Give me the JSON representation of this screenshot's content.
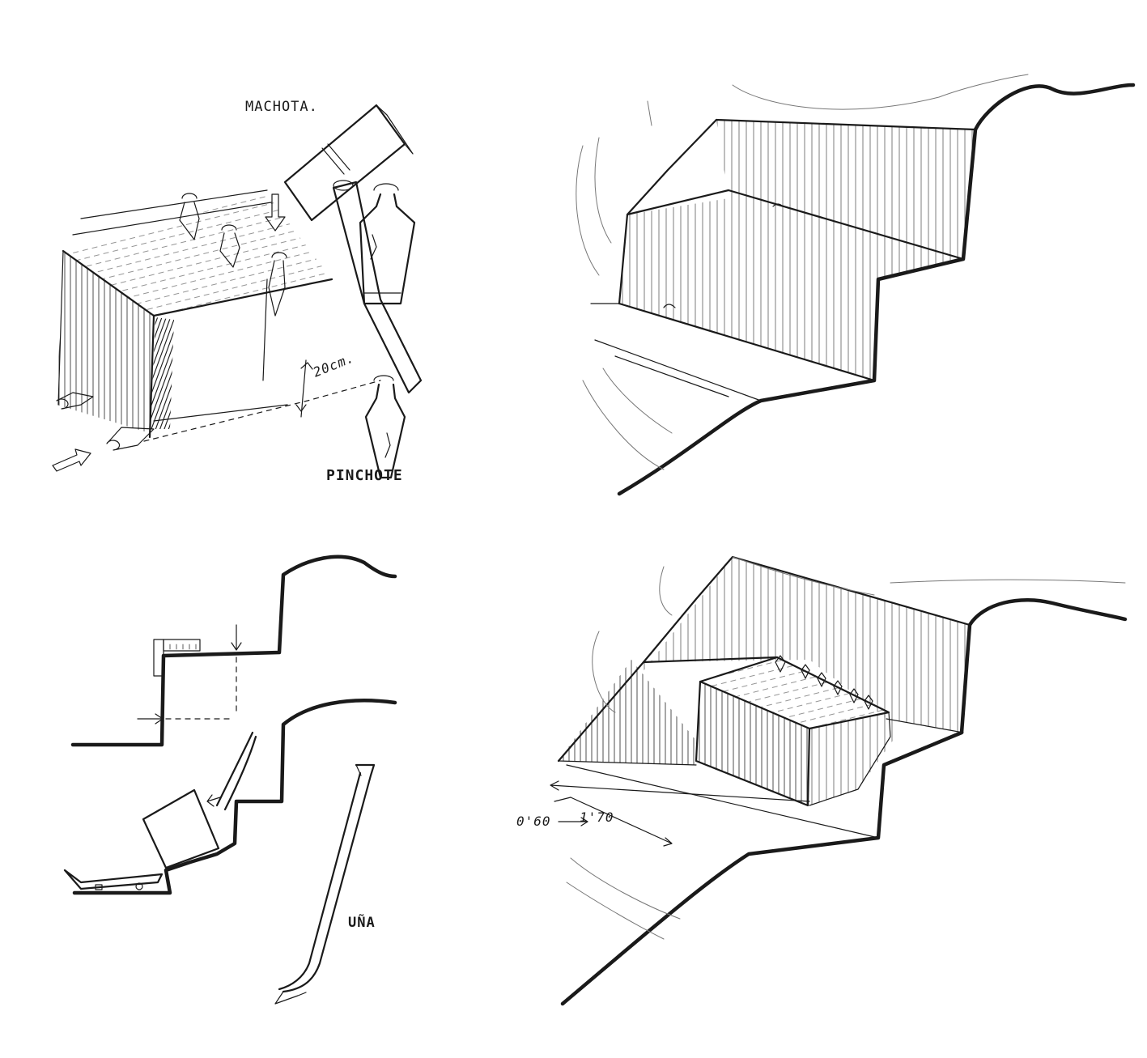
{
  "labels": {
    "hammer": "MACHOTA.",
    "wedge": "PINCHOTE",
    "depth": "20cm.",
    "bar": "UÑA",
    "width_a": "0'60",
    "width_b": "1'70"
  },
  "colors": {
    "ink": "#1a1a1a",
    "paper": "#ffffff"
  }
}
